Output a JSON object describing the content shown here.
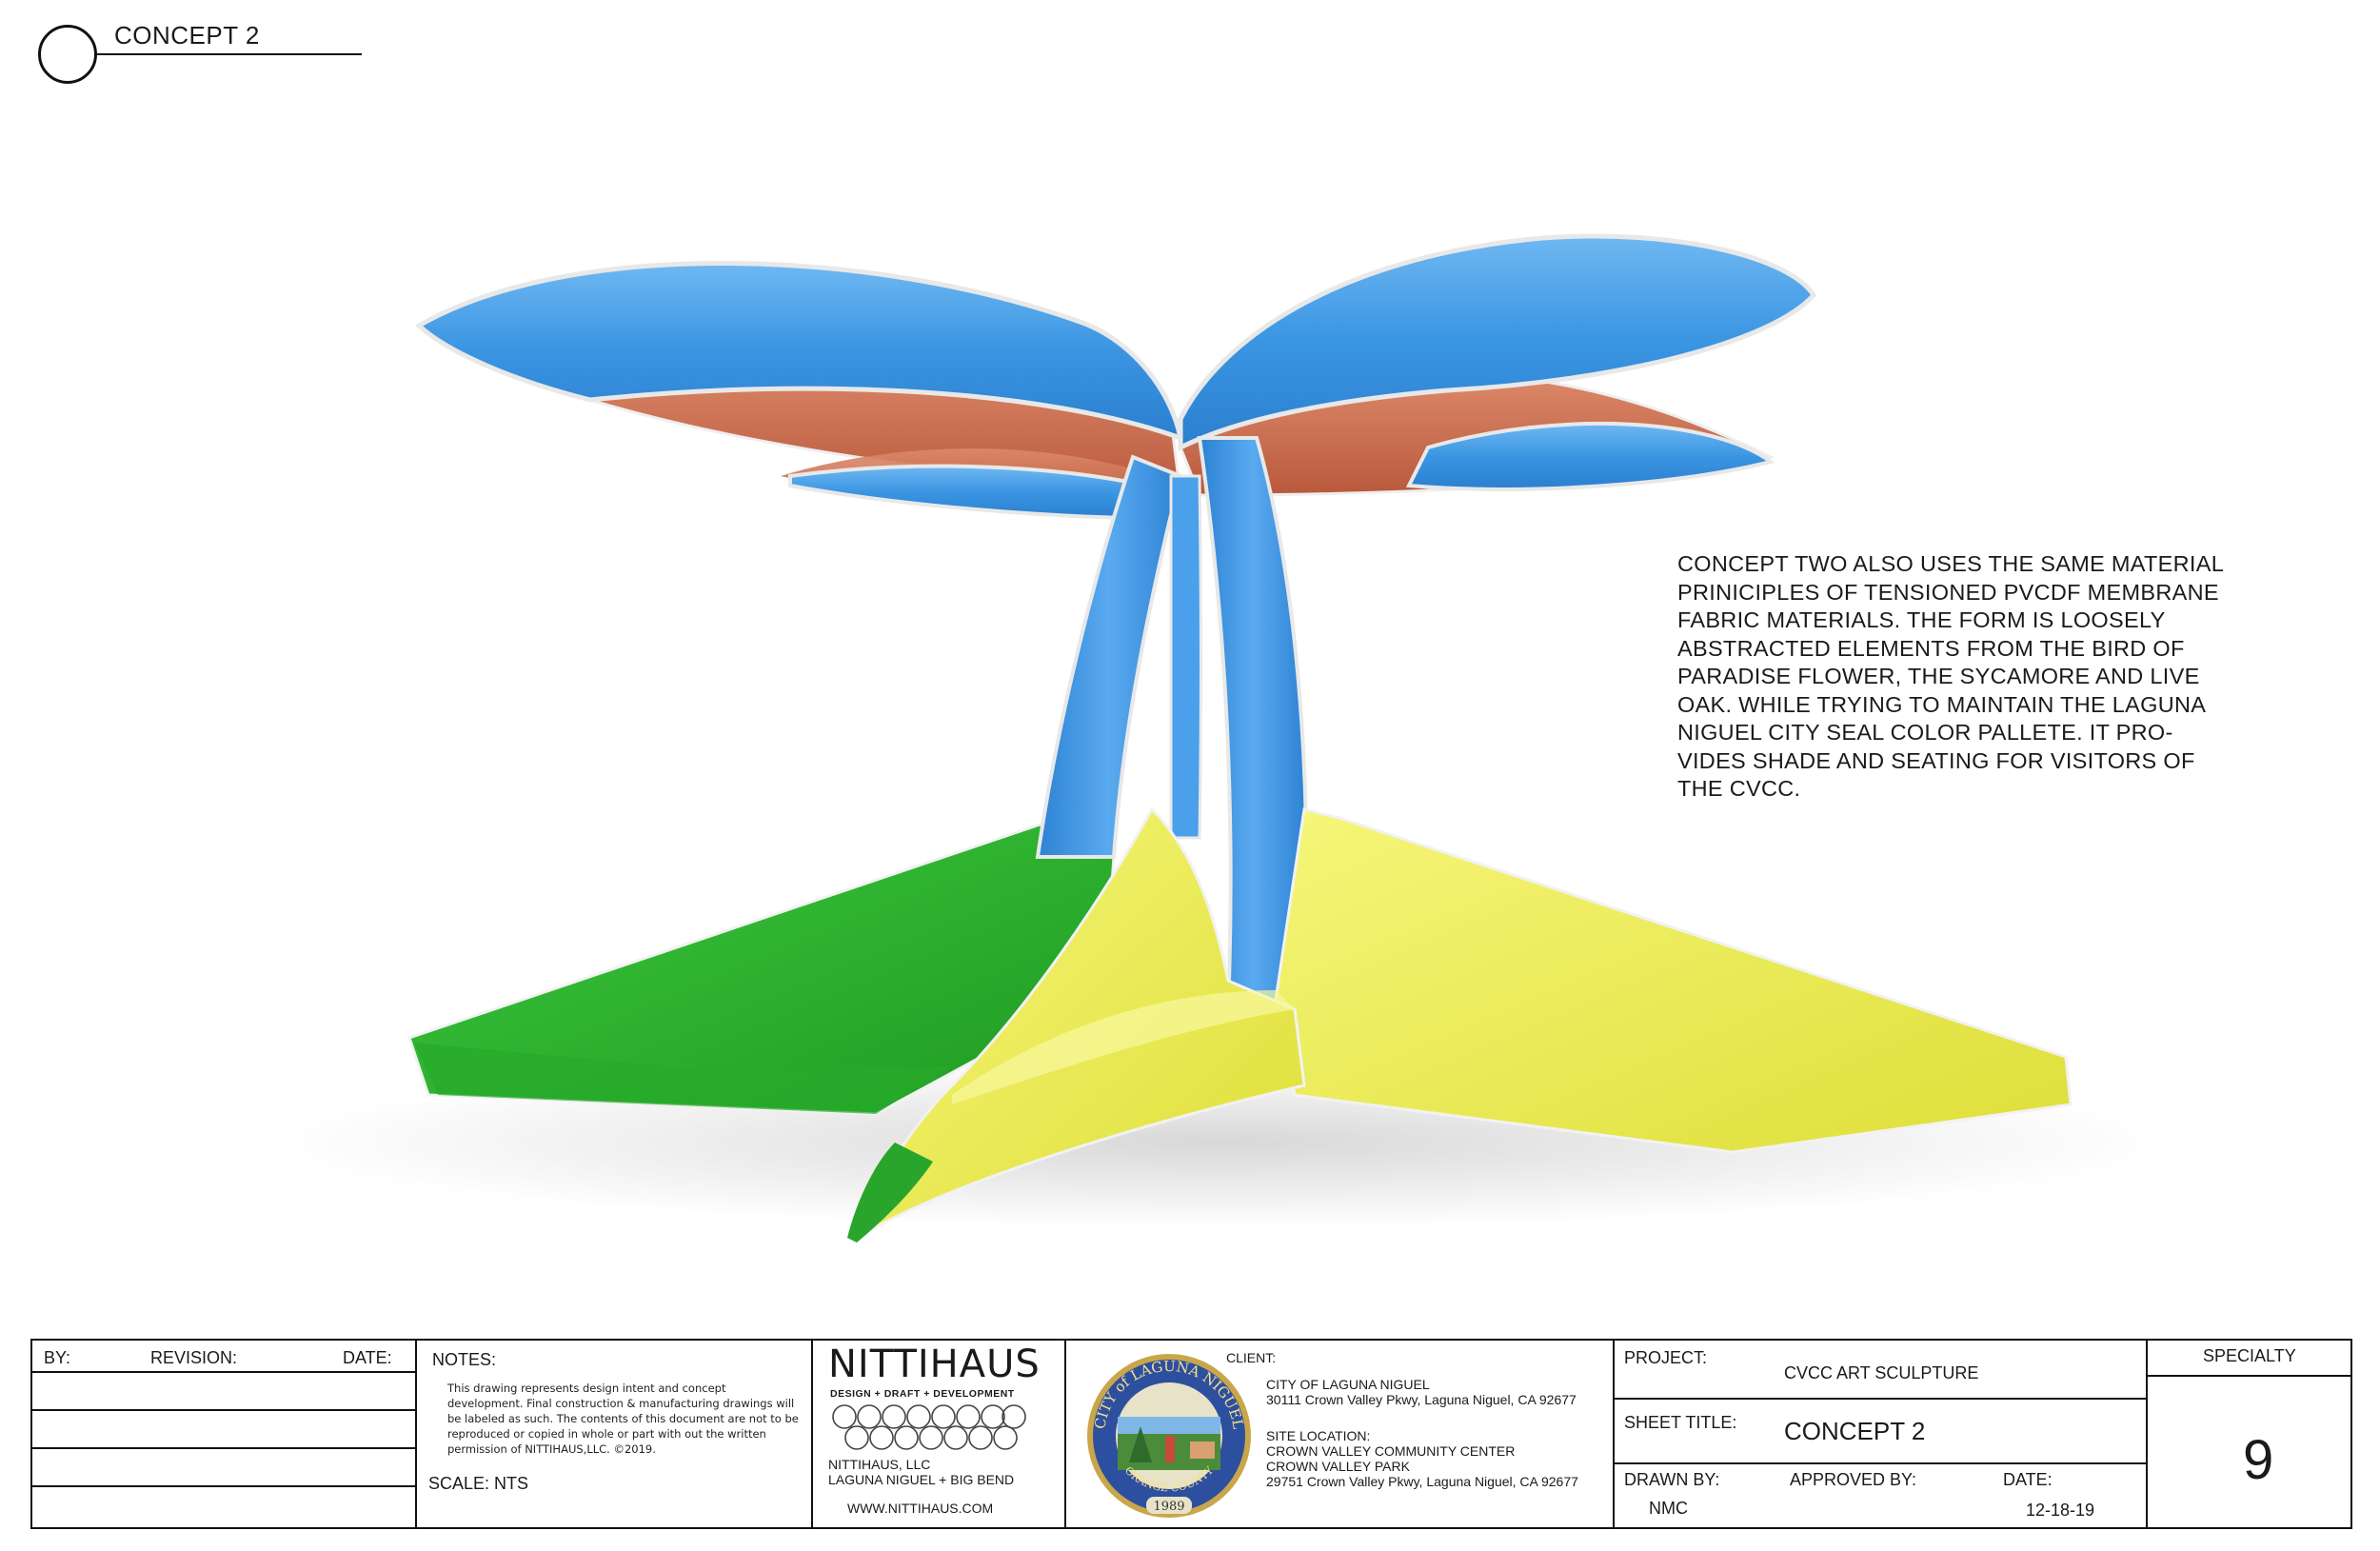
{
  "header": {
    "title": "CONCEPT 2"
  },
  "description": "CONCEPT TWO ALSO USES THE SAME MATERIAL\nPRINICIPLES OF TENSIONED PVCDF MEMBRANE\nFABRIC MATERIALS.  THE FORM IS LOOSELY\nABSTRACTED ELEMENTS FROM THE BIRD OF\nPARADISE FLOWER, THE SYCAMORE AND LIVE\nOAK. WHILE TRYING TO MAINTAIN THE LAGUNA\nNIGUEL CITY SEAL COLOR PALLETE.  IT PRO-\nVIDES SHADE AND SEATING FOR VISITORS OF\nTHE CVCC.",
  "colors": {
    "membrane_blue": "#3a95e2",
    "membrane_terracotta": "#cc6a4c",
    "base_green": "#2bb62e",
    "base_yellow": "#eef050"
  },
  "title_block": {
    "revision": {
      "by_label": "BY:",
      "revision_label": "REVISION:",
      "date_label": "DATE:"
    },
    "notes": {
      "label": "NOTES:",
      "body": "This drawing represents design intent and concept development. Final construction & manufacturing drawings will be labeled as such. The contents of this document are not to be reproduced or copied in whole or part with out the written permission of NITTIHAUS,LLC. ©2019.",
      "scale": "SCALE: NTS"
    },
    "firm": {
      "logo": "NITTIHAUS",
      "tagline": "DESIGN + DRAFT + DEVELOPMENT",
      "name": "NITTIHAUS, LLC",
      "locations": "LAGUNA NIGUEL + BIG BEND",
      "url": "WWW.NITTIHAUS.COM",
      "pattern_icon": "flower-of-life-pattern-icon"
    },
    "seal": {
      "text_top": "CITY of LAGUNA NIGUEL",
      "text_bottom": "ORANGE COUNTY",
      "year": "1989",
      "icon": "city-seal-icon"
    },
    "client": {
      "label": "CLIENT:",
      "name": "CITY OF LAGUNA NIGUEL",
      "address": "30111 Crown Valley Pkwy, Laguna Niguel, CA 92677",
      "site_label": "SITE LOCATION:",
      "site_1": "CROWN VALLEY COMMUNITY CENTER",
      "site_2": "CROWN VALLEY PARK",
      "site_address": "29751 Crown Valley Pkwy, Laguna Niguel, CA 92677"
    },
    "project": {
      "project_label": "PROJECT:",
      "project_name": "CVCC ART SCULPTURE",
      "sheet_label": "SHEET TITLE:",
      "sheet_title": "CONCEPT 2",
      "drawn_label": "DRAWN BY:",
      "drawn_by": "NMC",
      "approved_label": "APPROVED BY:",
      "date_label": "DATE:",
      "date": "12-18-19"
    },
    "specialty": {
      "label": "SPECIALTY",
      "number": "9"
    }
  }
}
